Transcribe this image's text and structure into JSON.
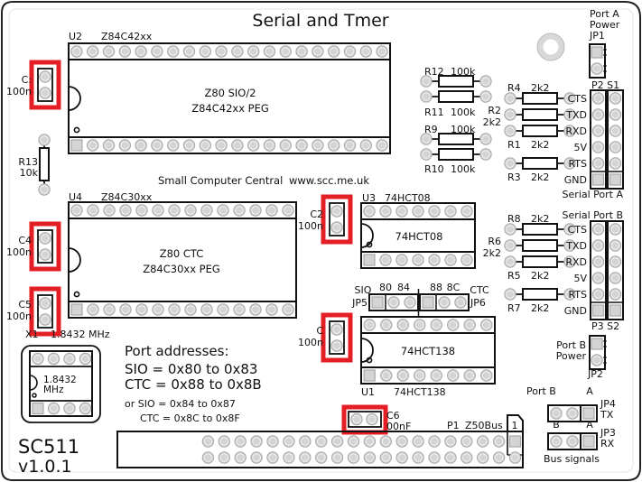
{
  "board": {
    "title": "Serial and Tmer",
    "name": "SC511",
    "version": "v1.0.1",
    "credit": "Small Computer Central",
    "url": "www.scc.me.uk",
    "highlight_color": "#e31e24",
    "pad_fill": "#d4d4d4",
    "pad_stroke": "#a8a8a8",
    "trace_color": "#ececec"
  },
  "chips": [
    {
      "ref": "U2",
      "part": "Z84C42xx",
      "line1": "Z80 SIO/2",
      "line2": "Z84C42xx PEG",
      "pins_per_row": 20
    },
    {
      "ref": "U4",
      "part": "Z84C30xx",
      "line1": "Z80 CTC",
      "line2": "Z84C30xx PEG",
      "pins_per_row": 14
    },
    {
      "ref": "U3",
      "part": "74HCT08",
      "line1": "74HCT08",
      "pins_per_row": 7
    },
    {
      "ref": "U1",
      "part": "74HCT138",
      "line1": "74HCT138",
      "pins_per_row": 8
    }
  ],
  "capacitors": [
    {
      "ref": "C1",
      "ref_visible": "C:",
      "value": "100nF",
      "value_visible": "100n"
    },
    {
      "ref": "C4",
      "ref_visible": "C4",
      "value": "100nF",
      "value_visible": "100n"
    },
    {
      "ref": "C5",
      "ref_visible": "C5",
      "value": "100nF",
      "value_visible": "100n"
    },
    {
      "ref": "C2",
      "ref_visible": "C2",
      "value": "100nF",
      "value_visible": "100n"
    },
    {
      "ref": "C3",
      "ref_visible": "C",
      "value": "100nF",
      "value_visible": "100n"
    },
    {
      "ref": "C6",
      "ref_visible": "C6",
      "value": "100nF",
      "value_visible": "00nF"
    }
  ],
  "resistors": [
    {
      "ref": "R12",
      "value": "100k"
    },
    {
      "ref": "R11",
      "value": "100k"
    },
    {
      "ref": "R9",
      "value": "100k"
    },
    {
      "ref": "R10",
      "value": "100k"
    },
    {
      "ref": "R4",
      "value": "2k2"
    },
    {
      "ref": "R2",
      "value": "2k2"
    },
    {
      "ref": "R1",
      "value": "2k2"
    },
    {
      "ref": "R3",
      "value": "2k2"
    },
    {
      "ref": "R8",
      "value": "2k2"
    },
    {
      "ref": "R6",
      "value": "2k2"
    },
    {
      "ref": "R5",
      "value": "2k2"
    },
    {
      "ref": "R7",
      "value": "2k2"
    },
    {
      "ref": "R13",
      "value": "10k"
    }
  ],
  "serial_ports": [
    {
      "name": "Serial Port A",
      "connectors": "P2 S1",
      "jumper": "JP1",
      "power_label_1": "Port A",
      "power_label_2": "Power",
      "signals": [
        "CTS",
        "TXD",
        "RXD",
        "5V",
        "RTS",
        "GND"
      ]
    },
    {
      "name": "Serial Port B",
      "connectors": "P3 S2",
      "jumper": "JP2",
      "power_label_1": "Port B",
      "power_label_2": "Power",
      "signals": [
        "CTS",
        "TXD",
        "RXD",
        "5V",
        "RTS",
        "GND"
      ]
    }
  ],
  "address_jumpers": {
    "sio_label": "SIO",
    "sio_ref": "JP5",
    "sio_opts": [
      "80",
      "84"
    ],
    "ctc_label": "CTC",
    "ctc_ref": "JP6",
    "ctc_opts": [
      "88",
      "8C"
    ]
  },
  "crystal": {
    "ref": "X1",
    "freq": "1.8432 MHz",
    "body_line1": "1.8432",
    "body_line2": "MHz"
  },
  "port_addresses": {
    "heading": "Port addresses:",
    "line1": "SIO = 0x80 to 0x83",
    "line2": "CTC = 0x88 to 0x8B",
    "alt1": "or SIO = 0x84 to 0x87",
    "alt2": "CTC = 0x8C to 0x8F"
  },
  "bus": {
    "ref": "P1",
    "name": "Z50Bus",
    "pin1": "1",
    "pins_per_row": 20
  },
  "bus_signals": {
    "caption": "Bus signals",
    "jp4": {
      "ref": "JP4",
      "sig": "TX",
      "left": "Port B",
      "right": "A"
    },
    "jp3": {
      "ref": "JP3",
      "sig": "RX",
      "left": "B",
      "right": "A"
    }
  }
}
